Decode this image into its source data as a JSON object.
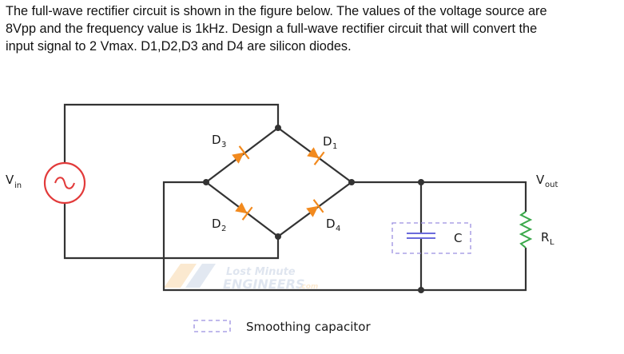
{
  "question": {
    "line1": "The full-wave rectifier circuit is shown in the figure below. The values of the voltage source are",
    "line2": "8Vpp and the frequency value is 1kHz. Design a full-wave rectifier circuit that will convert the",
    "line3": "input signal to 2 Vmax. D1,D2,D3 and D4 are silicon diodes."
  },
  "circuit": {
    "source_label": "V",
    "source_sub": "in",
    "diodes": {
      "d1": {
        "main": "D",
        "sub": "1"
      },
      "d2": {
        "main": "D",
        "sub": "2"
      },
      "d3": {
        "main": "D",
        "sub": "3"
      },
      "d4": {
        "main": "D",
        "sub": "4"
      }
    },
    "capacitor_label": "C",
    "resistor_main": "R",
    "resistor_sub": "L",
    "output_main": "V",
    "output_sub": "out",
    "legend_text": "Smoothing capacitor",
    "watermark_line1": "Lost Minute",
    "watermark_line2": "ENGINEERS",
    "watermark_suffix": ".com"
  },
  "colors": {
    "wire": "#333333",
    "diode": "#f28a1e",
    "source": "#e23a3a",
    "capacitor": "#6b6bdc",
    "legend_dash": "#9b8fe0"
  }
}
